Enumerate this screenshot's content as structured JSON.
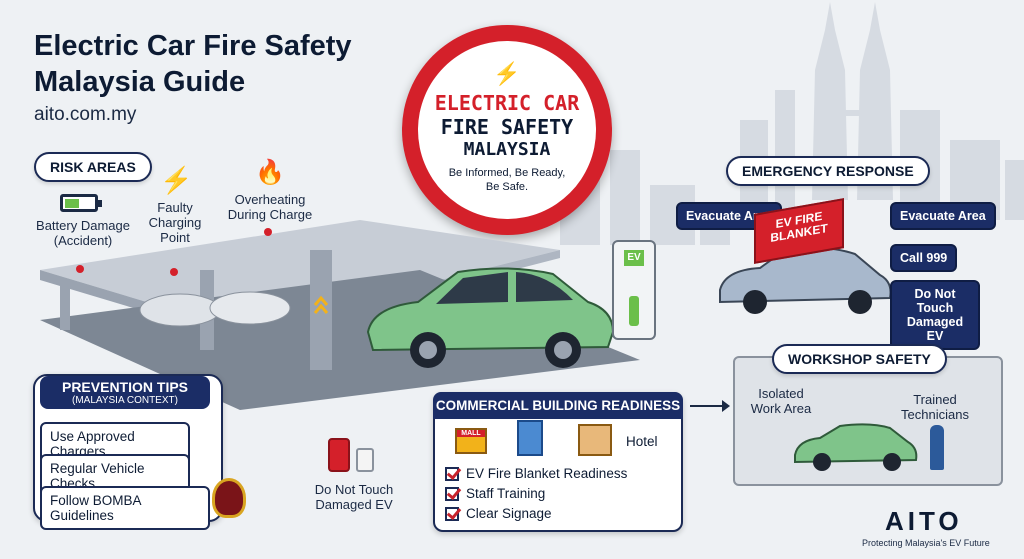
{
  "title": "Electric Car Fire Safety Malaysia Guide",
  "website": "aito.com.my",
  "sign": {
    "line1": "ELECTRIC CAR",
    "line2": "FIRE SAFETY",
    "line3": "MALAYSIA",
    "tagline": "Be Informed, Be Ready, Be Safe."
  },
  "risk_areas": {
    "heading": "RISK AREAS",
    "items": [
      "Battery Damage (Accident)",
      "Faulty Charging Point",
      "Overheating During Charge"
    ]
  },
  "charger_label": "EV",
  "emergency": {
    "heading": "EMERGENCY RESPONSE",
    "evacuate_left": "Evacuate Area",
    "evacuate_right": "Evacuate Area",
    "blanket_text": "EV FIRE BLANKET",
    "call": "Call 999",
    "do_not_touch": "Do Not Touch Damaged EV"
  },
  "workshop": {
    "heading": "WORKSHOP SAFETY",
    "isolated": "Isolated Work Area",
    "trained": "Trained Technicians"
  },
  "prevention": {
    "heading": "PREVENTION TIPS",
    "subheading": "(MALAYSIA CONTEXT)",
    "tips": [
      "Use Approved Chargers",
      "Regular Vehicle Checks",
      "Follow BOMBA Guidelines"
    ]
  },
  "do_not_touch_center": "Do Not Touch Damaged EV",
  "commercial": {
    "heading": "COMMERCIAL BUILDING READINESS",
    "mall_sign": "MALL",
    "hotel_label": "Hotel",
    "checks": [
      "EV Fire Blanket Readiness",
      "Staff Training",
      "Clear Signage"
    ]
  },
  "brand": {
    "name": "AITO",
    "tagline": "Protecting Malaysia's EV Future"
  },
  "colors": {
    "navy": "#1b2d66",
    "red": "#d4202a",
    "green_car": "#7fc48a",
    "background": "#eef1f4"
  }
}
